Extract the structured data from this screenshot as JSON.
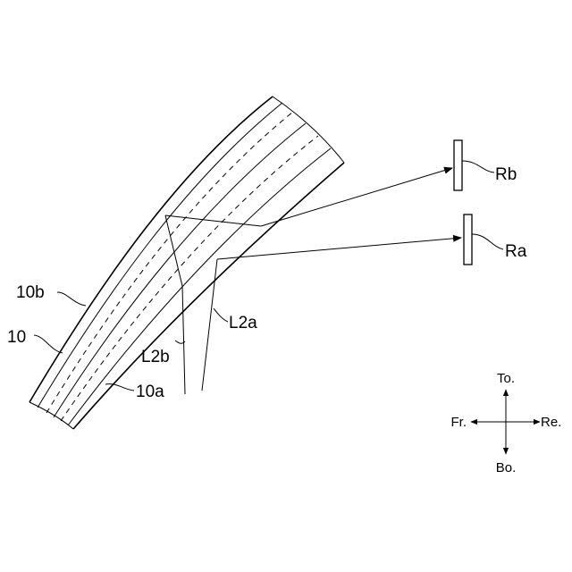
{
  "labels": {
    "glass": "10",
    "outer_surface": "10b",
    "inner_surface": "10a",
    "light_a": "L2a",
    "light_b": "L2b",
    "receiver_a": "Ra",
    "receiver_b": "Rb"
  },
  "compass": {
    "top": "To.",
    "bottom": "Bo.",
    "left": "Fr.",
    "right": "Re."
  }
}
